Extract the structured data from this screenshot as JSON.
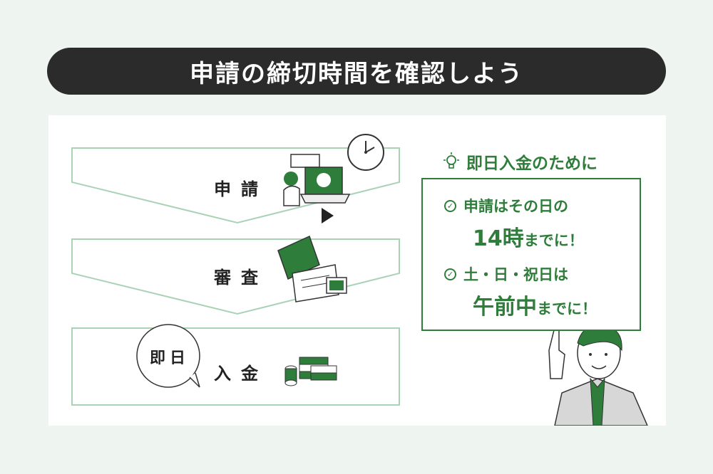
{
  "title": "申請の締切時間を確認しよう",
  "steps": [
    {
      "label": "申請",
      "icon": "laptop-person-icon"
    },
    {
      "label": "審査",
      "icon": "document-review-icon"
    },
    {
      "label": "入金",
      "icon": "money-stack-icon"
    }
  ],
  "bubble": "即日",
  "tips": {
    "heading": "即日入金のために",
    "heading_icon": "lightbulb-icon",
    "item1": {
      "line1": "申請はその日の",
      "big": "14時",
      "rest": "までに！"
    },
    "item2": {
      "line1": "土・日・祝日は",
      "big": "午前中",
      "rest": "までに！"
    }
  },
  "colors": {
    "accent": "#2e7d3a",
    "flow_border": "#a9d3b4",
    "title_bg": "#2b2b2b",
    "background": "#eef4f0"
  }
}
